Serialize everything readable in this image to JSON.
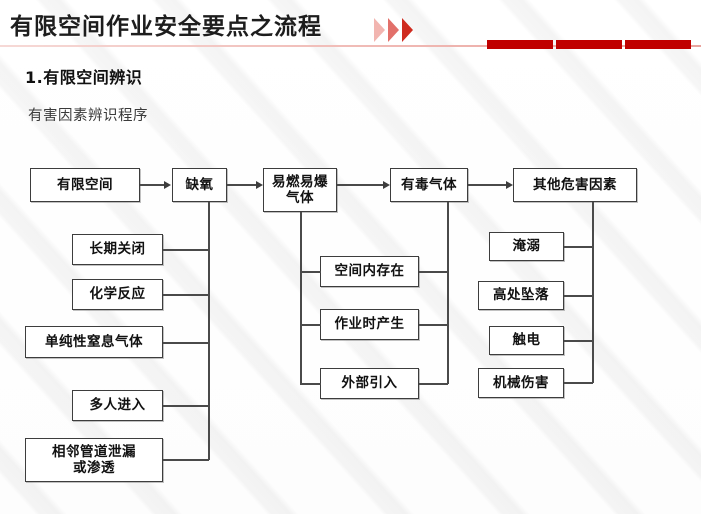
{
  "header": {
    "title": "有限空间作业安全要点之流程",
    "chevron_icon": "chevrons-right-icon",
    "accent_color": "#c00000",
    "bars": [
      "bar-1",
      "bar-2",
      "bar-3"
    ]
  },
  "section": {
    "title": "1.有限空间辨识",
    "subtitle": "有害因素辨识程序"
  },
  "flow": {
    "top_row": [
      {
        "id": "confined-space",
        "label": "有限空间"
      },
      {
        "id": "oxygen-deficiency",
        "label": "缺氧"
      },
      {
        "id": "flammable-explosive-gas",
        "label": "易燃易爆\n气体"
      },
      {
        "id": "toxic-gas",
        "label": "有毒气体"
      },
      {
        "id": "other-hazards",
        "label": "其他危害因素"
      }
    ],
    "oxygen_causes": [
      {
        "id": "long-term-closure",
        "label": "长期关闭"
      },
      {
        "id": "chemical-reaction",
        "label": "化学反应"
      },
      {
        "id": "simple-asphyxiant-gas",
        "label": "单纯性窒息气体"
      },
      {
        "id": "multiple-entrants",
        "label": "多人进入"
      },
      {
        "id": "adjacent-pipe-leak",
        "label": "相邻管道泄漏\n或渗透"
      }
    ],
    "gas_sources": [
      {
        "id": "existing-in-space",
        "label": "空间内存在"
      },
      {
        "id": "generated-during-work",
        "label": "作业时产生"
      },
      {
        "id": "introduced-externally",
        "label": "外部引入"
      }
    ],
    "other_hazard_items": [
      {
        "id": "drowning",
        "label": "淹溺"
      },
      {
        "id": "fall-from-height",
        "label": "高处坠落"
      },
      {
        "id": "electric-shock",
        "label": "触电"
      },
      {
        "id": "mechanical-injury",
        "label": "机械伤害"
      }
    ]
  }
}
